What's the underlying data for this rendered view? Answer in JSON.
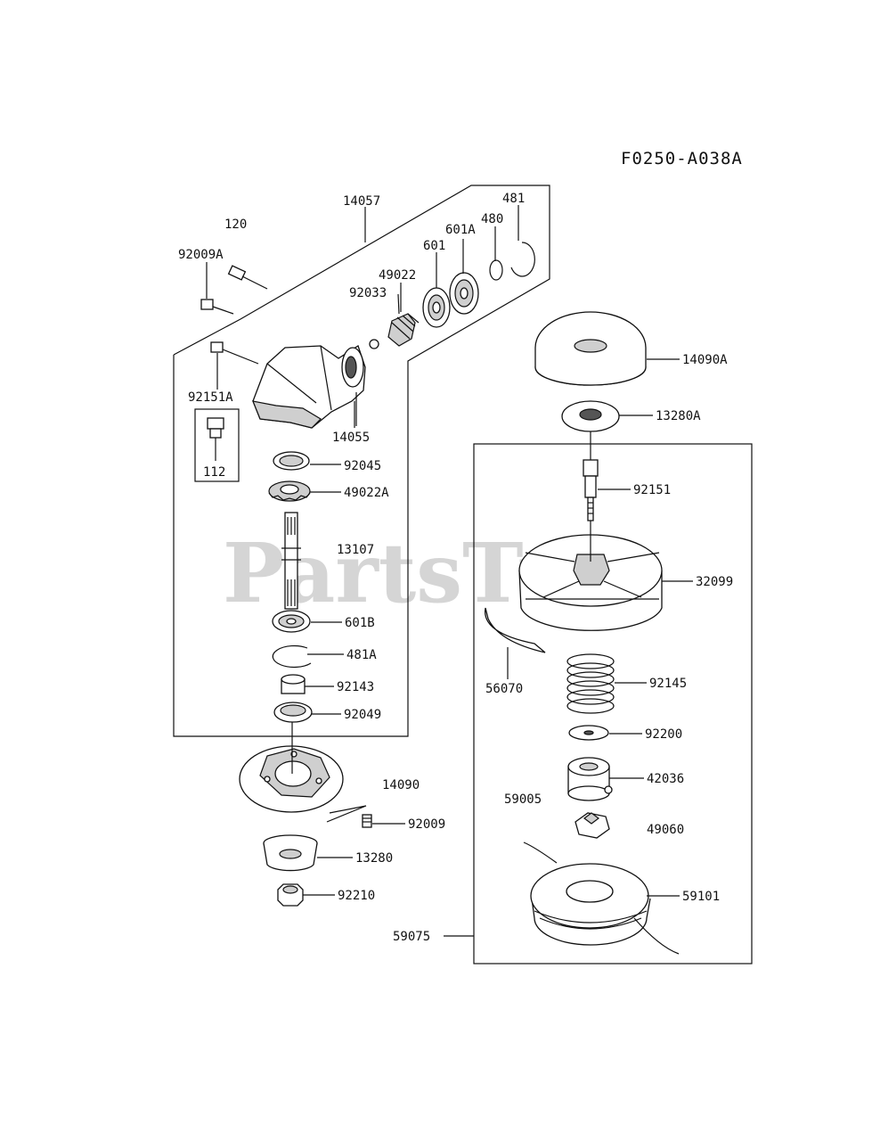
{
  "diagram_code": "F0250-A038A",
  "watermark": "PartsTree",
  "labels": {
    "l_14057": "14057",
    "l_120": "120",
    "l_481": "481",
    "l_480": "480",
    "l_601A": "601A",
    "l_601": "601",
    "l_92009A": "92009A",
    "l_49022": "49022",
    "l_92033": "92033",
    "l_92151A": "92151A",
    "l_112": "112",
    "l_14055": "14055",
    "l_92045": "92045",
    "l_49022A": "49022A",
    "l_13107": "13107",
    "l_601B": "601B",
    "l_481A": "481A",
    "l_92143": "92143",
    "l_92049": "92049",
    "l_14090": "14090",
    "l_92009": "92009",
    "l_13280": "13280",
    "l_92210": "92210",
    "l_14090A": "14090A",
    "l_13280A": "13280A",
    "l_92151": "92151",
    "l_32099": "32099",
    "l_56070": "56070",
    "l_92145": "92145",
    "l_92200": "92200",
    "l_42036": "42036",
    "l_59005": "59005",
    "l_49060": "49060",
    "l_59101": "59101",
    "l_59075": "59075"
  }
}
